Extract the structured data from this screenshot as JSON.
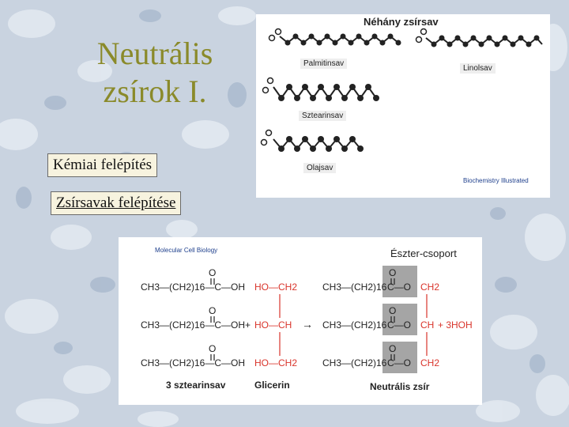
{
  "slide": {
    "title_line1": "Neutrális",
    "title_line2": "zsírok I.",
    "buttons": [
      {
        "label": "Kémiai felépítés"
      },
      {
        "label": "Zsírsavak felépítése"
      }
    ]
  },
  "fatty_acid_figure": {
    "heading": "Néhány zsírsav",
    "labels": [
      "Palmitinsav",
      "Linolsav",
      "Sztearinsav",
      "Olajsav"
    ],
    "credit": "Biochemistry Illustrated"
  },
  "ester_figure": {
    "source": "Molecular Cell Biology",
    "ester_label": "Észter-csoport",
    "acid_formula": "CH3—(CH2)16—C—OH",
    "glycerol_top": "HO—CH2",
    "glycerol_mid": "HO—CH",
    "glycerol_bot": "HO—CH2",
    "plus": "+",
    "arrow": "→",
    "fat_formula": "CH3—(CH2)16",
    "ester_group": "C—O",
    "ch2": "CH2",
    "ch": "CH",
    "byproduct": "+ 3HOH",
    "bottom_labels": [
      "3 sztearinsav",
      "Glicerin",
      "Neutrális zsír"
    ],
    "carbonyl_o": "O"
  },
  "colors": {
    "title": "#8a8a2a",
    "red": "#d9342b",
    "background": "#c9d3e0"
  }
}
